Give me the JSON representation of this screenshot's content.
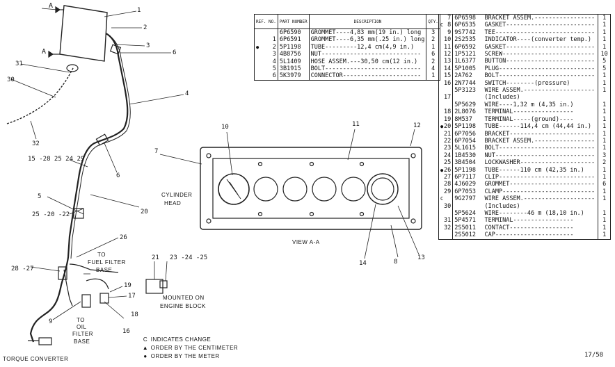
{
  "table1": {
    "headers": {
      "no": "REF. NO.",
      "pn": "PART NUMBER",
      "desc": "DESCRIPTION",
      "qty": "QTY."
    },
    "rows": [
      {
        "mark": "",
        "no": "",
        "pn": "6P6590",
        "desc": "GROMMET----4,83 mm(19 in.) long",
        "qty": "3"
      },
      {
        "mark": "",
        "no": "1",
        "pn": "6P6591",
        "desc": "GROMMET----6,35 mm(.25 in.) long",
        "qty": "2"
      },
      {
        "mark": "●",
        "no": "2",
        "pn": "5P1198",
        "desc": "TUBE---------12,4 cm(4,9 in.)",
        "qty": "1"
      },
      {
        "mark": "",
        "no": "3",
        "pn": "4B8756",
        "desc": "NUT----------------------------",
        "qty": "6"
      },
      {
        "mark": "",
        "no": "4",
        "pn": "5L1409",
        "desc": "HOSE ASSEM.---30,50 cm(12 in.)",
        "qty": "2"
      },
      {
        "mark": "",
        "no": "5",
        "pn": "3B1915",
        "desc": "BOLT---------------------------",
        "qty": "4"
      },
      {
        "mark": "",
        "no": "6",
        "pn": "5K3979",
        "desc": "CONNECTOR----------------------",
        "qty": "1"
      }
    ]
  },
  "table2": {
    "rows": [
      {
        "mark": "",
        "no": "7",
        "pn": "6P6598",
        "desc": "BRACKET ASSEM.-----------------",
        "qty": "1"
      },
      {
        "mark": "C",
        "no": "8",
        "pn": "6P6535",
        "desc": "GASKET-------------------------",
        "qty": "1"
      },
      {
        "mark": "",
        "no": "9",
        "pn": "9S7742",
        "desc": "TEE----------------------------",
        "qty": "1"
      },
      {
        "mark": "",
        "no": "10",
        "pn": "2S2535",
        "desc": "INDICATOR----(converter temp.)",
        "qty": "1"
      },
      {
        "mark": "",
        "no": "11",
        "pn": "6P6592",
        "desc": "GASKET-------------------------",
        "qty": "1"
      },
      {
        "mark": "",
        "no": "12",
        "pn": "1P5121",
        "desc": "SCREW--------------------------",
        "qty": "10"
      },
      {
        "mark": "",
        "no": "13",
        "pn": "1L6377",
        "desc": "BUTTON-------------------------",
        "qty": "5"
      },
      {
        "mark": "",
        "no": "14",
        "pn": "5P1005",
        "desc": "PLUG---------------------------",
        "qty": "5"
      },
      {
        "mark": "",
        "no": "15",
        "pn": "2A762",
        "desc": "BOLT---------------------------",
        "qty": "1"
      },
      {
        "mark": "",
        "no": "16",
        "pn": "2N7744",
        "desc": "SWITCH--------(pressure)",
        "qty": "1"
      },
      {
        "mark": "",
        "no": "",
        "pn": "5P3123",
        "desc": "WIRE ASSEM.--------------------",
        "qty": "1"
      },
      {
        "mark": "",
        "no": "17",
        "pn": "",
        "desc": "    (Includes)",
        "qty": ""
      },
      {
        "mark": "",
        "no": "",
        "pn": "5P5629",
        "desc": "    WIRE----1,32 m (4,35 in.)",
        "qty": "1"
      },
      {
        "mark": "",
        "no": "18",
        "pn": "2L8076",
        "desc": "    TERMINAL-----------------",
        "qty": "1"
      },
      {
        "mark": "",
        "no": "19",
        "pn": "8M537",
        "desc": "    TERMINAL-----(ground)----",
        "qty": "1"
      },
      {
        "mark": "●",
        "no": "20",
        "pn": "5P1198",
        "desc": "TUBE------114,4 cm (44,44 in.)",
        "qty": "1"
      },
      {
        "mark": "",
        "no": "21",
        "pn": "6P7056",
        "desc": "BRACKET------------------------",
        "qty": "1"
      },
      {
        "mark": "",
        "no": "22",
        "pn": "6P7054",
        "desc": "BRACKET ASSEM.-----------------",
        "qty": "1"
      },
      {
        "mark": "",
        "no": "23",
        "pn": "5L1615",
        "desc": "BOLT---------------------------",
        "qty": "1"
      },
      {
        "mark": "",
        "no": "24",
        "pn": "1B4530",
        "desc": "NUT----------------------------",
        "qty": "3"
      },
      {
        "mark": "",
        "no": "25",
        "pn": "3B4504",
        "desc": "LOCKWASHER---------------------",
        "qty": "2"
      },
      {
        "mark": "●",
        "no": "26",
        "pn": "5P1198",
        "desc": "TUBE------110 cm (42,35 in.)",
        "qty": "1"
      },
      {
        "mark": "",
        "no": "27",
        "pn": "6P7117",
        "desc": "CLIP---------------------------",
        "qty": "1"
      },
      {
        "mark": "",
        "no": "28",
        "pn": "4J6029",
        "desc": "GROMMET------------------------",
        "qty": "6"
      },
      {
        "mark": "",
        "no": "29",
        "pn": "6P7053",
        "desc": "CLAMP--------------------------",
        "qty": "1"
      },
      {
        "mark": "C",
        "no": "",
        "pn": "9G2797",
        "desc": "WIRE ASSEM.--------------------",
        "qty": "1"
      },
      {
        "mark": "",
        "no": "30",
        "pn": "",
        "desc": "    (Includes)",
        "qty": ""
      },
      {
        "mark": "",
        "no": "",
        "pn": "5P5624",
        "desc": "    WIRE--------46 m (18,10 in.)",
        "qty": "1"
      },
      {
        "mark": "",
        "no": "31",
        "pn": "5P4571",
        "desc": "    TERMINAL-----------------",
        "qty": "1"
      },
      {
        "mark": "",
        "no": "32",
        "pn": "2S5011",
        "desc": "    CONTACT------------------",
        "qty": "1"
      },
      {
        "mark": "",
        "no": "",
        "pn": "2S5012",
        "desc": "    CAP----------------------",
        "qty": "1"
      }
    ]
  },
  "legend": {
    "change": "INDICATES CHANGE",
    "change_mark": "C",
    "centimeter": "ORDER BY THE CENTIMETER",
    "centimeter_mark": "▲",
    "meter": "ORDER BY THE METER",
    "meter_mark": "●"
  },
  "figure_id": "17/58",
  "captions": {
    "view": "VIEW A-A",
    "cylinder_head_1": "CYLINDER",
    "cylinder_head_2": "HEAD",
    "fuel_filter_1": "TO",
    "fuel_filter_2": "FUEL FILTER",
    "fuel_filter_3": "BASE",
    "oil_filter_1": "TO",
    "oil_filter_2": "OIL",
    "oil_filter_3": "FILTER",
    "oil_filter_4": "BASE",
    "torque_converter": "TORQUE CONVERTER",
    "mounted_1": "MOUNTED ON",
    "mounted_2": "ENGINE BLOCK",
    "section_a_top": "A",
    "section_a_bottom": "A"
  },
  "callouts": {
    "c1": "1",
    "c2": "2",
    "c3": "3",
    "c4": "4",
    "c5": "5",
    "c6a": "6",
    "c6b": "6",
    "c7": "7",
    "c8": "8",
    "c9": "9",
    "c10": "10",
    "c11": "11",
    "c12": "12",
    "c13": "13",
    "c14": "14",
    "c16": "16",
    "c17": "17",
    "c18": "18",
    "c19": "19",
    "c20": "20",
    "c21": "21",
    "c23": "23 -24 -25",
    "c25": "25 -20 -22",
    "c26": "26",
    "c27": "28 -27",
    "c29": "15 -28  25  24  29",
    "c30": "30",
    "c31": "31",
    "c32": "32"
  }
}
